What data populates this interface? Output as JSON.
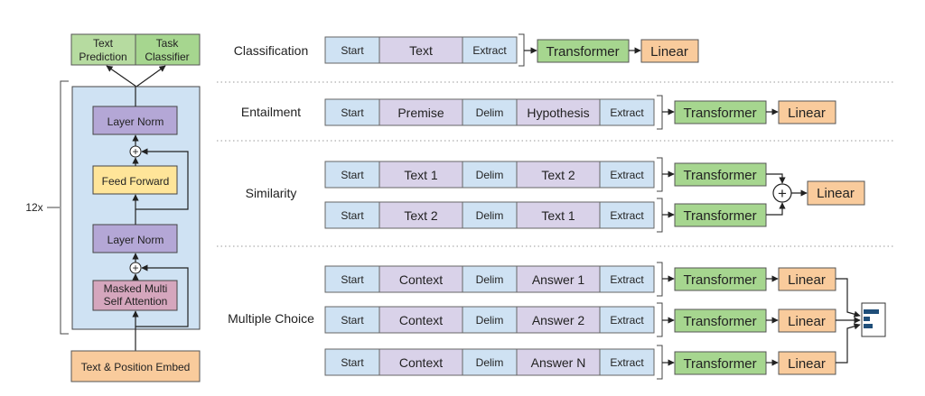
{
  "architecture": {
    "heads": {
      "text_prediction": "Text Prediction",
      "task_classifier": "Task Classifier"
    },
    "repeat": "12x",
    "layer_norm": "Layer Norm",
    "feed_forward": "Feed Forward",
    "attention": "Masked Multi Self Attention",
    "embed": "Text & Position Embed",
    "plus": "+"
  },
  "colors": {
    "start_extract": "#cfe2f3",
    "content": "#d9d2e9",
    "transformer": "#a6d68f",
    "linear": "#f9cb9c"
  },
  "tasks": {
    "classification": {
      "label": "Classification",
      "tokens": [
        "Start",
        "Text",
        "Extract"
      ],
      "transformer": "Transformer",
      "linear": "Linear"
    },
    "entailment": {
      "label": "Entailment",
      "tokens": [
        "Start",
        "Premise",
        "Delim",
        "Hypothesis",
        "Extract"
      ],
      "transformer": "Transformer",
      "linear": "Linear"
    },
    "similarity": {
      "label": "Similarity",
      "rows": [
        {
          "tokens": [
            "Start",
            "Text 1",
            "Delim",
            "Text 2",
            "Extract"
          ],
          "transformer": "Transformer"
        },
        {
          "tokens": [
            "Start",
            "Text 2",
            "Delim",
            "Text 1",
            "Extract"
          ],
          "transformer": "Transformer"
        }
      ],
      "plus": "+",
      "linear": "Linear"
    },
    "multiple_choice": {
      "label": "Multiple Choice",
      "rows": [
        {
          "tokens": [
            "Start",
            "Context",
            "Delim",
            "Answer 1",
            "Extract"
          ],
          "transformer": "Transformer",
          "linear": "Linear"
        },
        {
          "tokens": [
            "Start",
            "Context",
            "Delim",
            "Answer 2",
            "Extract"
          ],
          "transformer": "Transformer",
          "linear": "Linear"
        },
        {
          "tokens": [
            "Start",
            "Context",
            "Delim",
            "Answer N",
            "Extract"
          ],
          "transformer": "Transformer",
          "linear": "Linear"
        }
      ],
      "output_icon": "softmax-bars-icon"
    }
  }
}
